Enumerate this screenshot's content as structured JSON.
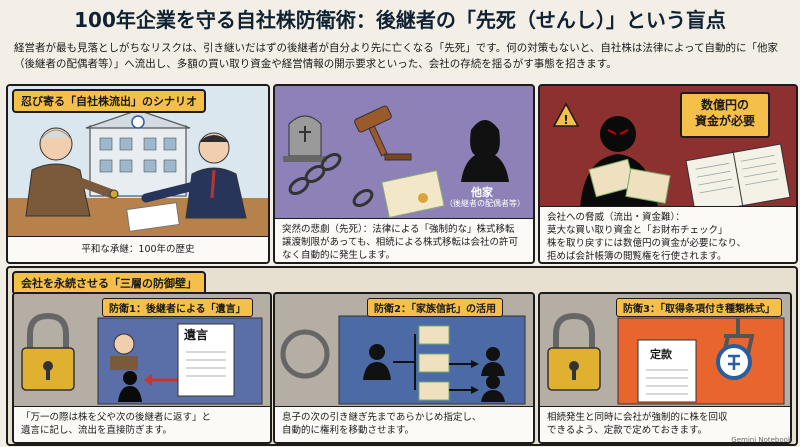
{
  "title": "100年企業を守る自社株防衛術：後継者の「先死（せんし）」という盲点",
  "intro": "経営者が最も見落としがちなリスクは、引き継いだはずの後継者が自分より先に亡くなる「先死」です。何の対策もないと、自社株は法律によって自動的に「他家（後継者の配偶者等）」へ流出し、多額の買い取り資金や経営情報の開示要求といった、会社の存続を揺るがす事態を招きます。",
  "scenario": {
    "tag": "忍び寄る「自社株流出」のシナリオ",
    "panel1_caption": "平和な承継：100年の歴史",
    "panel2_caption": "突然の悲劇（先死）：法律による「強制的な」株式移転\n譲渡制限があっても、相続による株式移転は会社の許可なく自動的に発生します。",
    "panel2_person_label": "他家",
    "panel2_person_sub": "（後継者の配偶者等）",
    "panel3_badge": "数億円の\n資金が必要",
    "panel3_caption": "会社への脅威（流出・資金難）：\n莫大な買い取り資金と「お財布チェック」\n株を取り戻すには数億円の資金が必要になり、\n拒めば会計帳簿の閲覧権を行使されます。"
  },
  "defense": {
    "tag": "会社を永続させる「三層の防御壁」",
    "d1_tag": "防衛1：後継者による「遺言」",
    "d1_doc": "遺言",
    "d1_caption": "「万一の際は株を父や次の後継者に返す」と\n遺言に記し、流出を直接防ぎます。",
    "d2_tag": "防衛2：「家族信託」の活用",
    "d2_caption": "息子の次の引き継ぎ先まであらかじめ指定し、\n自動的に権利を移動させます。",
    "d3_tag": "防衛3：「取得条項付き種類株式」",
    "d3_doc": "定款",
    "d3_caption": "相続発生と同時に会社が強制的に株を回収\nできるよう、定款で定めておきます。"
  },
  "footer": "Gemini Notebook",
  "colors": {
    "accent": "#f5c04a",
    "navy": "#0f2233",
    "danger": "#c8352b"
  }
}
